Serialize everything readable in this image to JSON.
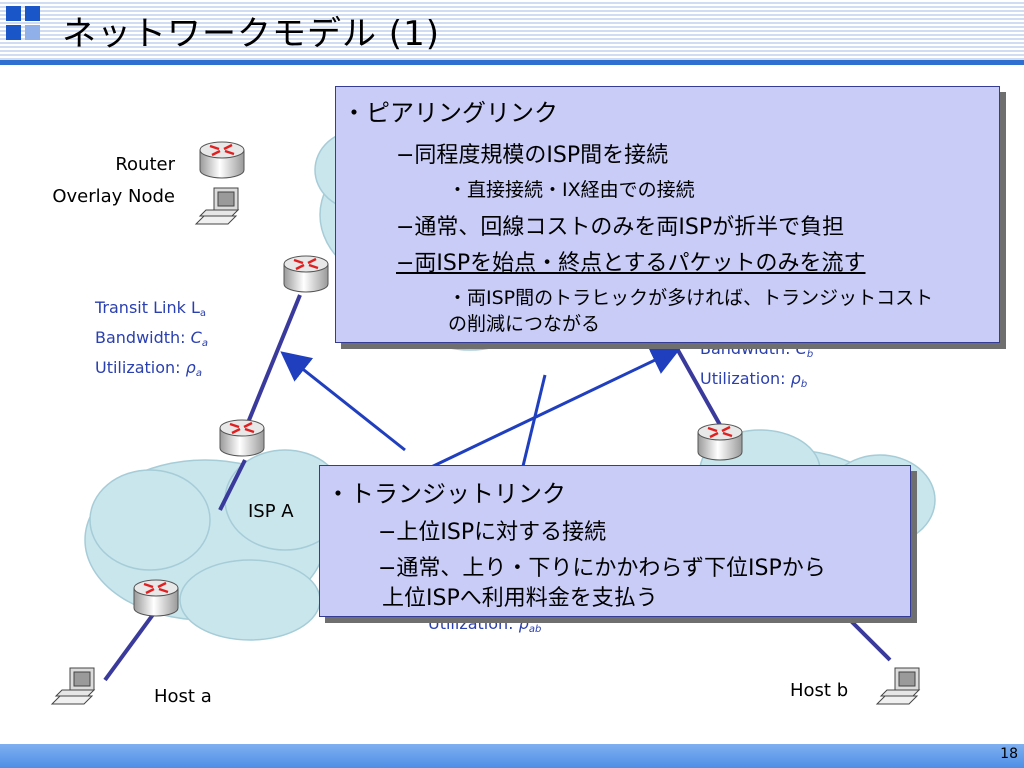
{
  "title": "ネットワークモデル (1)",
  "page_number": "18",
  "legend": {
    "router": "Router",
    "overlay_node": "Overlay Node"
  },
  "links": {
    "transit_a": {
      "name": "Transit Link L",
      "name_sub": "a",
      "bandwidth": "Bandwidth: ",
      "bandwidth_sym": "C",
      "bandwidth_sub": "a",
      "utilization": "Utilization: ",
      "utilization_sym": "ρ",
      "utilization_sub": "a"
    },
    "transit_b": {
      "bandwidth": "Bandwidth: ",
      "bandwidth_sym": "C",
      "bandwidth_sub": "b",
      "utilization": "Utilization: ",
      "utilization_sym": "ρ",
      "utilization_sub": "b"
    },
    "peer_ab": {
      "utilization": "Utilization: ",
      "utilization_sym": "ρ",
      "utilization_sub": "ab"
    }
  },
  "isp_a": "ISP A",
  "host_a": "Host a",
  "host_b": "Host b",
  "peering_box": {
    "heading": "・ピアリングリンク",
    "item1": "−同程度規模のISP間を接続",
    "item1_sub": "・直接接続・IX経由での接続",
    "item2": "−通常、回線コストのみを両ISPが折半で負担",
    "item3": "−両ISPを始点・終点とするパケットのみを流す",
    "item3_sub_line1": "・両ISP間のトラヒックが多ければ、トランジットコスト",
    "item3_sub_line2": "の削減につながる"
  },
  "transit_box": {
    "heading": "・トランジットリンク",
    "item1": "−上位ISPに対する接続",
    "item2_line1": "−通常、上り・下りにかかわらず下位ISPから",
    "item2_line2": "上位ISPへ利用料金を支払う"
  },
  "colors": {
    "link": "#3a3a9c",
    "arrow": "#1f3fbf",
    "cloud": "#c8e6ec",
    "callout_bg": "#c9ccf6",
    "title_rule": "#2f6fd0"
  }
}
